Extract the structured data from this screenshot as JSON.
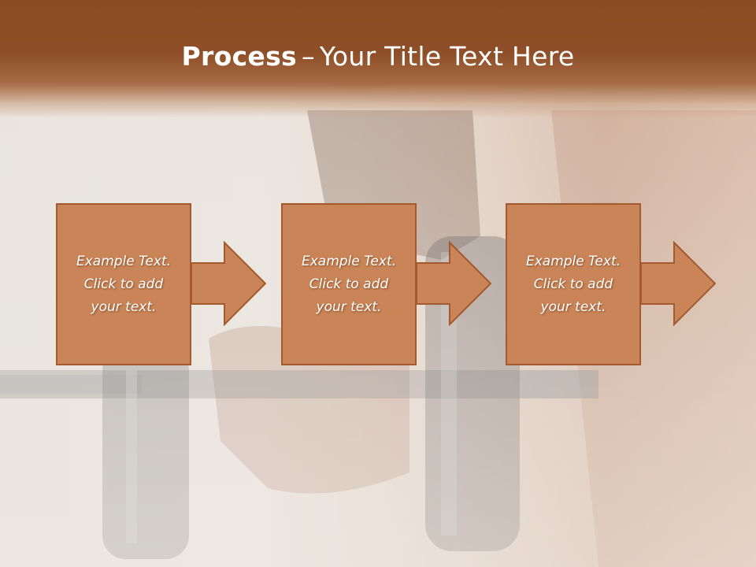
{
  "slide": {
    "title_strong": "Process",
    "title_dash": "–",
    "title_rest": "Your Title Text Here"
  },
  "steps": [
    {
      "line1": "Example Text.",
      "line2": "Click  to add",
      "line3": "your text."
    },
    {
      "line1": "Example Text.",
      "line2": "Click  to add",
      "line3": "your text."
    },
    {
      "line1": "Example Text.",
      "line2": "Click  to add",
      "line3": "your text."
    }
  ],
  "colors": {
    "header": "#8e4f28",
    "box_fill": "#c98457",
    "box_border": "#a25a2e",
    "text": "#ffffff"
  },
  "icons": [
    "arrow-right-icon"
  ]
}
